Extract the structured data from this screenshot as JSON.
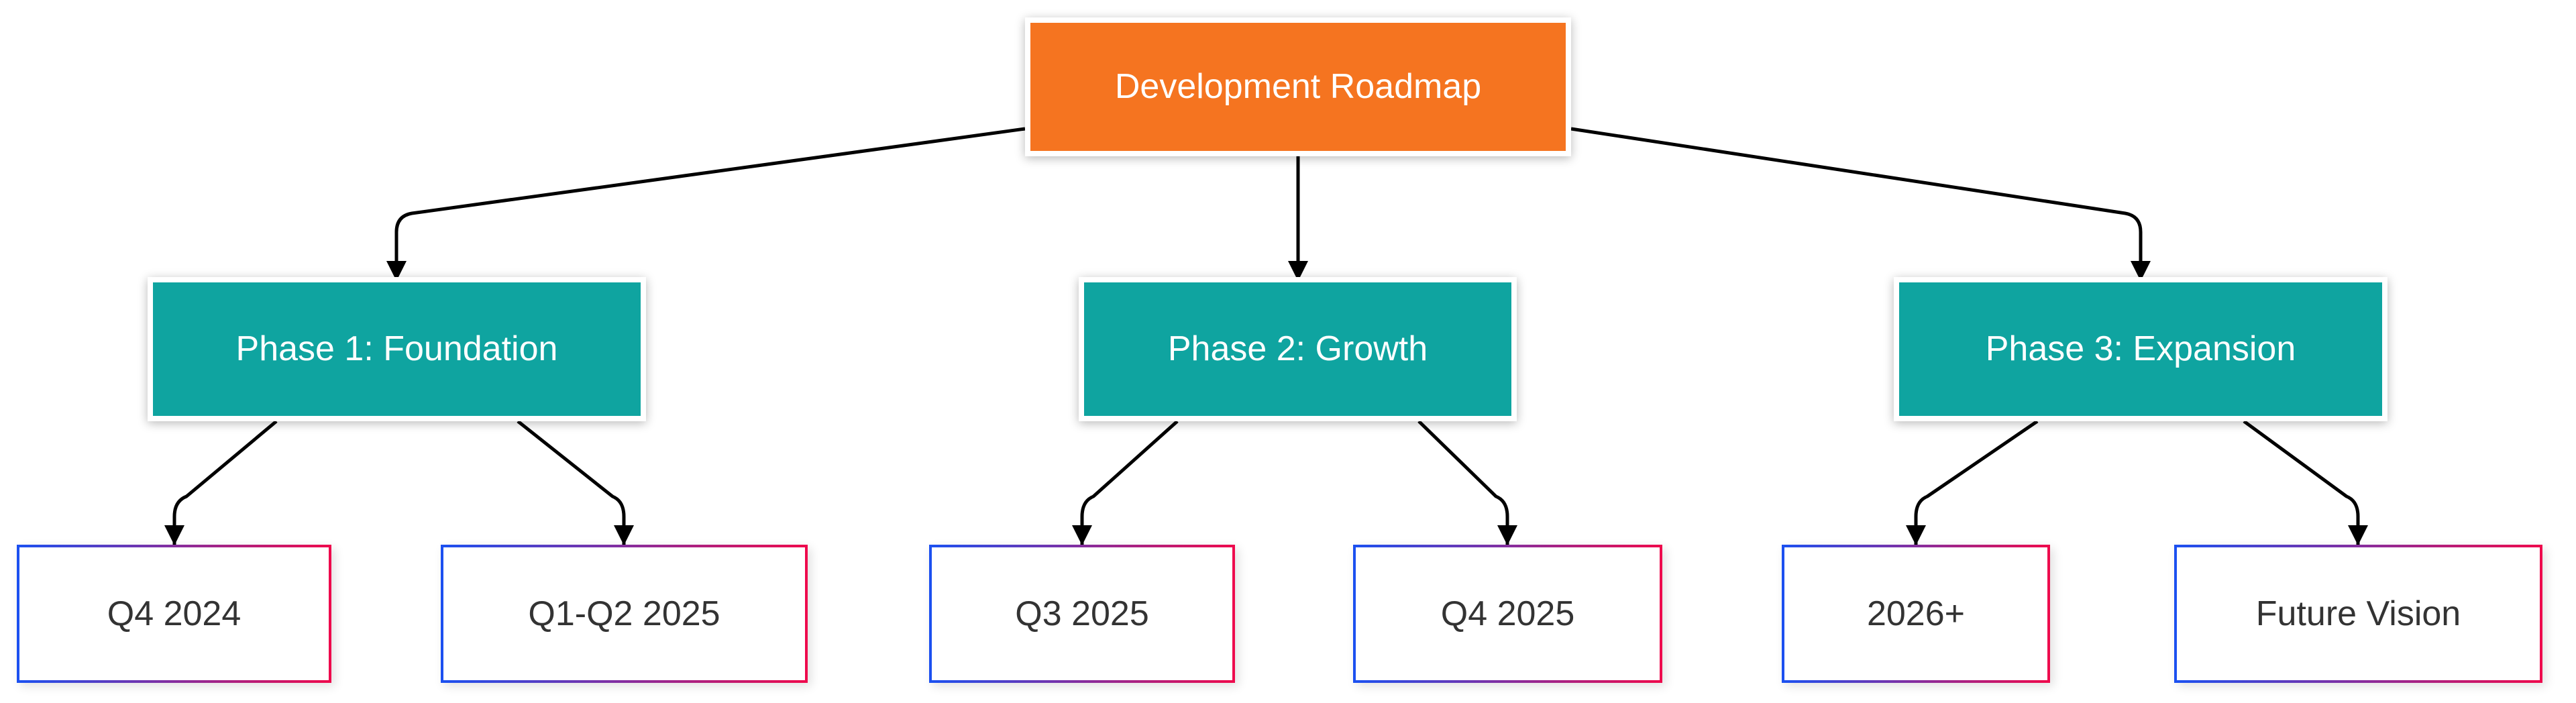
{
  "diagram": {
    "type": "flowchart",
    "direction": "top-down",
    "nodes": {
      "root": {
        "label": "Development Roadmap"
      },
      "phase1": {
        "label": "Phase 1: Foundation"
      },
      "phase2": {
        "label": "Phase 2: Growth"
      },
      "phase3": {
        "label": "Phase 3: Expansion"
      },
      "leaf1": {
        "label": "Q4 2024"
      },
      "leaf2": {
        "label": "Q1-Q2 2025"
      },
      "leaf3": {
        "label": "Q3 2025"
      },
      "leaf4": {
        "label": "Q4 2025"
      },
      "leaf5": {
        "label": "2026+"
      },
      "leaf6": {
        "label": "Future Vision"
      }
    },
    "edges": [
      {
        "from": "Development Roadmap",
        "to": "Phase 1: Foundation"
      },
      {
        "from": "Development Roadmap",
        "to": "Phase 2: Growth"
      },
      {
        "from": "Development Roadmap",
        "to": "Phase 3: Expansion"
      },
      {
        "from": "Phase 1: Foundation",
        "to": "Q4 2024"
      },
      {
        "from": "Phase 1: Foundation",
        "to": "Q1-Q2 2025"
      },
      {
        "from": "Phase 2: Growth",
        "to": "Q3 2025"
      },
      {
        "from": "Phase 2: Growth",
        "to": "Q4 2025"
      },
      {
        "from": "Phase 3: Expansion",
        "to": "2026+"
      },
      {
        "from": "Phase 3: Expansion",
        "to": "Future Vision"
      }
    ],
    "colors": {
      "root_fill": "#F57420",
      "phase_fill": "#0FA4A0",
      "leaf_border_start": "#1C50F0",
      "leaf_border_end": "#EE0A4D",
      "leaf_text": "#333333",
      "node_text": "#FFFFFF",
      "edge_color": "#000000",
      "canvas_bg": "#FFFFFF"
    }
  }
}
